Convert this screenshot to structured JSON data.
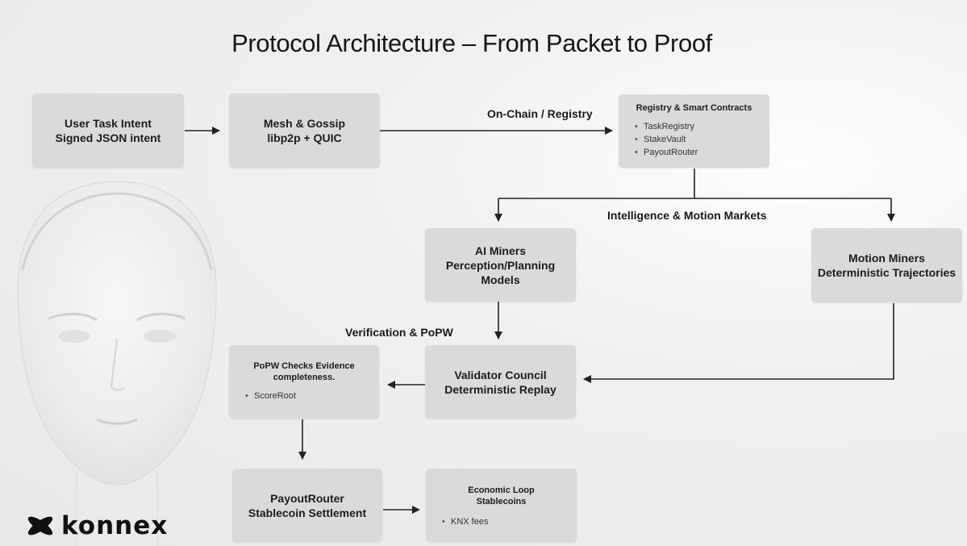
{
  "title": "Protocol Architecture – From Packet to Proof",
  "boxes": {
    "user_task": {
      "lines": [
        "User Task Intent",
        "Signed JSON intent"
      ]
    },
    "mesh": {
      "lines": [
        "Mesh & Gossip",
        "libp2p + QUIC"
      ]
    },
    "registry": {
      "heading": "Registry & Smart Contracts",
      "items": [
        "TaskRegistry",
        "StakeVault",
        "PayoutRouter"
      ]
    },
    "ai_miners": {
      "lines": [
        "AI Miners",
        "Perception/Planning",
        "Models"
      ]
    },
    "motion_miners": {
      "lines": [
        "Motion Miners",
        "Deterministic Trajectories"
      ]
    },
    "validator": {
      "lines": [
        "Validator Council",
        "Deterministic Replay"
      ]
    },
    "popw": {
      "heading": "PoPW Checks Evidence",
      "heading2": "completeness.",
      "items": [
        "ScoreRoot"
      ]
    },
    "payout": {
      "lines": [
        "PayoutRouter",
        "Stablecoin Settlement"
      ]
    },
    "economic": {
      "heading": "Economic Loop",
      "heading2": "Stablecoins",
      "items": [
        "KNX fees"
      ]
    }
  },
  "labels": {
    "onchain": "On-Chain / Registry",
    "markets": "Intelligence & Motion Markets",
    "verification": "Verification & PoPW"
  },
  "logo": {
    "text": "konnex"
  },
  "colors": {
    "box": "#dadada",
    "arrow": "#222222",
    "text": "#1c1c1c"
  }
}
